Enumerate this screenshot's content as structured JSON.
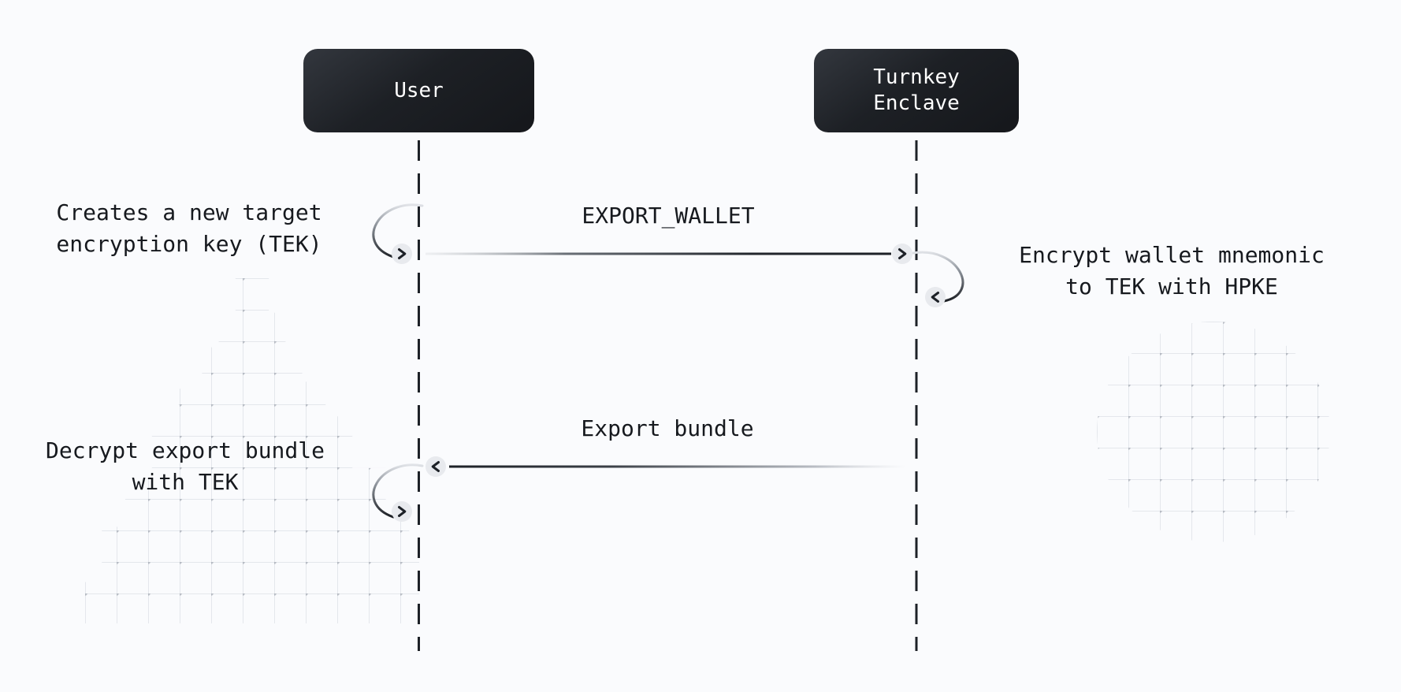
{
  "diagram": {
    "actors": [
      {
        "label": "User"
      },
      {
        "label": "Turnkey\nEnclave"
      }
    ],
    "messages": [
      {
        "label": "EXPORT_WALLET",
        "from": "User",
        "to": "Turnkey Enclave",
        "direction": "right"
      },
      {
        "label": "Export bundle",
        "from": "Turnkey Enclave",
        "to": "User",
        "direction": "left"
      }
    ],
    "notes": [
      {
        "side": "left",
        "text": "Creates a new target\nencryption key (TEK)"
      },
      {
        "side": "right",
        "text": "Encrypt wallet mnemonic\nto TEK with HPKE"
      },
      {
        "side": "left",
        "text": "Decrypt export bundle\nwith TEK"
      }
    ],
    "icons": {
      "chevron_right": "›",
      "chevron_left": "‹"
    },
    "colors": {
      "background": "#fafbfd",
      "actor_bg_dark": "#15171b",
      "actor_bg_light": "#33373e",
      "actor_text": "#ffffff",
      "stroke": "#1d2127",
      "label_text": "#16191e",
      "chevron_circle_bg": "#e8eaee",
      "grid_line": "#e3e6ec",
      "grid_dot": "#c2c6cf"
    }
  }
}
